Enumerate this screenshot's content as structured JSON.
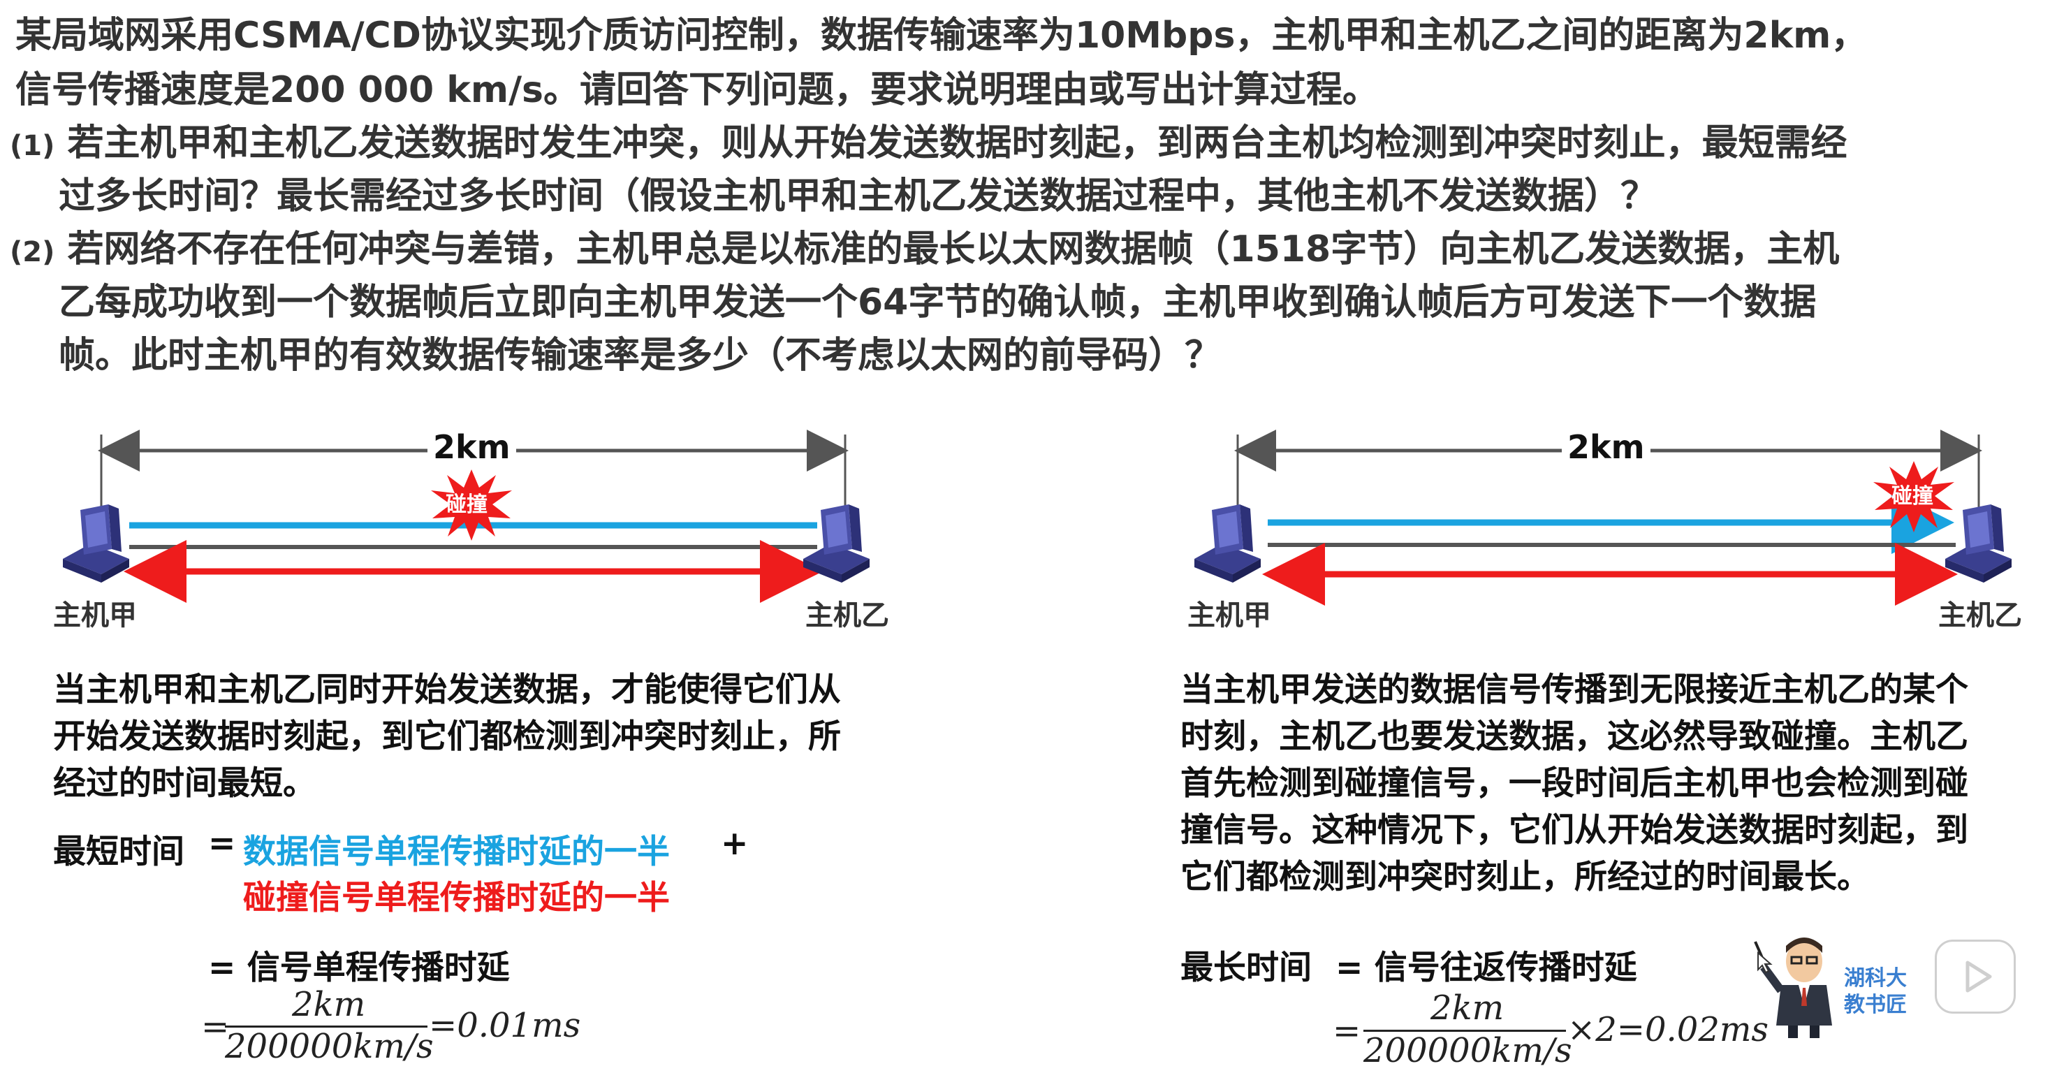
{
  "question": {
    "line1": "某局域网采用CSMA/CD协议实现介质访问控制，数据传输速率为10Mbps，主机甲和主机乙之间的距离为2km，",
    "line2": "信号传播速度是200 000 km/s。请回答下列问题，要求说明理由或写出计算过程。",
    "q1_num": "(1)",
    "q1_line1": "若主机甲和主机乙发送数据时发生冲突，则从开始发送数据时刻起，到两台主机均检测到冲突时刻止，最短需经",
    "q1_line2": "过多长时间？最长需经过多长时间（假设主机甲和主机乙发送数据过程中，其他主机不发送数据）？",
    "q2_num": "(2)",
    "q2_line1": "若网络不存在任何冲突与差错，主机甲总是以标准的最长以太网数据帧（1518字节）向主机乙发送数据，主机",
    "q2_line2": "乙每成功收到一个数据帧后立即向主机甲发送一个64字节的确认帧，主机甲收到确认帧后方可发送下一个数据",
    "q2_line3": "帧。此时主机甲的有效数据传输速率是多少（不考虑以太网的前导码）？"
  },
  "left_diagram": {
    "distance": "2km",
    "collision": "碰撞",
    "host_a": "主机甲",
    "host_b": "主机乙"
  },
  "right_diagram": {
    "distance": "2km",
    "collision": "碰撞",
    "host_a": "主机甲",
    "host_b": "主机乙"
  },
  "left_explain": {
    "line1": "当主机甲和主机乙同时开始发送数据，才能使得它们从",
    "line2": "开始发送数据时刻起，到它们都检测到冲突时刻止，所",
    "line3": "经过的时间最短。"
  },
  "right_explain": {
    "line1": "当主机甲发送的数据信号传播到无限接近主机乙的某个",
    "line2": "时刻，主机乙也要发送数据，这必然导致碰撞。主机乙",
    "line3": "首先检测到碰撞信号，一段时间后主机甲也会检测到碰",
    "line4": "撞信号。这种情况下，它们从开始发送数据时刻起，到",
    "line5": "它们都检测到冲突时刻止，所经过的时间最长。"
  },
  "left_formula": {
    "label": "最短时间",
    "eq": "=",
    "term1": "数据信号单程传播时延的一半",
    "plus": "+",
    "term2": "碰撞信号单程传播时延的一半",
    "eq2": "= 信号单程传播时延",
    "numerator": "2km",
    "denominator": "200000km/s",
    "result": "=0.01ms",
    "lead": "="
  },
  "right_formula": {
    "label": "最长时间",
    "eq": "= 信号往返传播时延",
    "numerator": "2km",
    "denominator": "200000km/s",
    "result": "×2=0.02ms",
    "lead": "="
  },
  "brand": {
    "line1": "湖科大",
    "line2": "教书匠"
  },
  "colors": {
    "blue": "#1aa3e0",
    "red": "#ee1c1c",
    "gray_line": "#555555"
  }
}
